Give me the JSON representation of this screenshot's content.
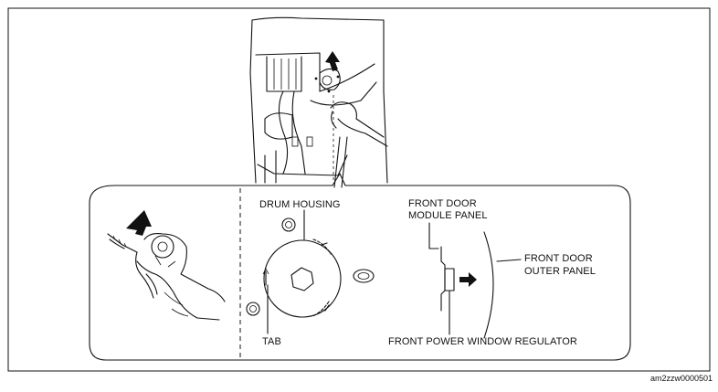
{
  "labels": {
    "drum_housing": "DRUM HOUSING",
    "module_panel_line1": "FRONT DOOR",
    "module_panel_line2": "MODULE PANEL",
    "outer_panel_line1": "FRONT DOOR",
    "outer_panel_line2": "OUTER PANEL",
    "tab": "TAB",
    "regulator": "FRONT POWER WINDOW REGULATOR"
  },
  "figure_code": "am2zzw0000501"
}
